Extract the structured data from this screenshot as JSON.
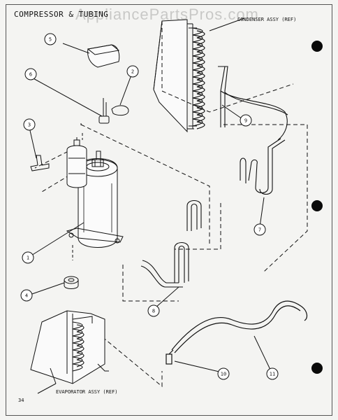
{
  "header": {
    "title": "COMPRESSOR & TUBING",
    "watermark": "AppliancePartsPros.com"
  },
  "callouts": [
    "1",
    "2",
    "3",
    "4",
    "5",
    "6",
    "7",
    "8",
    "9",
    "10",
    "11"
  ],
  "notes": {
    "condenser": "CONDENSER ASSY (REF)",
    "evaporator": "EVAPORATOR ASSY (REF)"
  },
  "footer": {
    "page_number": "34"
  },
  "colors": {
    "ink": "#111111",
    "paper": "#f4f4f2",
    "hole": "#0a0a0a"
  }
}
